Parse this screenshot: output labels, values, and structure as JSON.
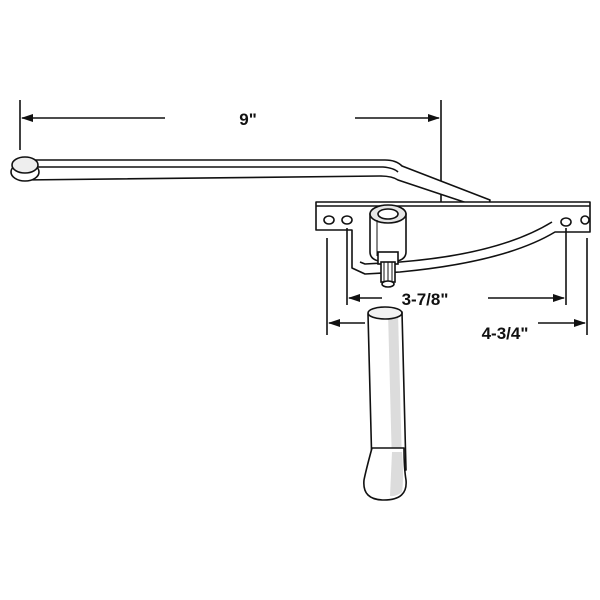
{
  "dimensions": {
    "arm_length": "9\"",
    "hole_spacing_inner": "3-7/8\"",
    "hole_spacing_outer": "4-3/4\""
  },
  "colors": {
    "line": "#111111",
    "fill": "#ffffff",
    "shade": "#d9d9d9"
  }
}
